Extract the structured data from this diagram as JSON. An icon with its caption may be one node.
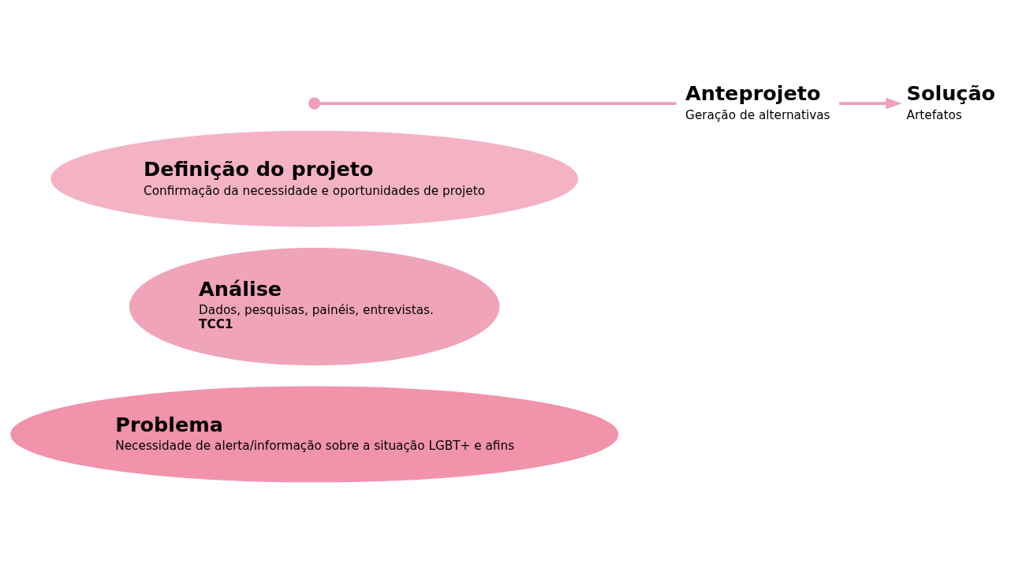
{
  "diagram": {
    "nodes": [
      {
        "text": [
          "Problema",
          "Necessidade de alerta/informação sobre a situação LGBT+ e afins"
        ]
      },
      {
        "text": [
          "Análise",
          "Dados, pesquisas, painéis, entrevistas.",
          "TCC1"
        ]
      },
      {
        "text": [
          "Definição do projeto",
          "Confirmação da necessidade e oportunidades de projeto"
        ]
      },
      {
        "text": [],
        "shape": "circle"
      },
      {
        "text": [
          "Anteprojeto",
          "Geração de alternativas"
        ]
      },
      {
        "text": [
          "Solução",
          "Artefatos"
        ]
      }
    ],
    "edges": [
      {
        "from": 3,
        "to": 4,
        "arrow": "none"
      },
      {
        "from": 4,
        "to": 5,
        "arrow": "to"
      }
    ]
  }
}
